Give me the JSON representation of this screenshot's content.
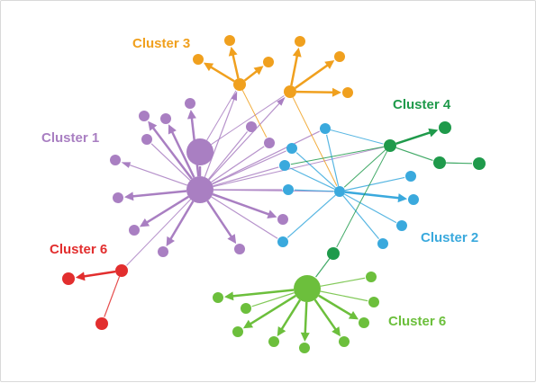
{
  "colors": {
    "cluster1": "#a97fc2",
    "cluster2": "#3aa9dd",
    "cluster3": "#f0a01e",
    "cluster4": "#1f9a4b",
    "cluster5": "#e22e2e",
    "cluster6": "#6cbf3c"
  },
  "labels": {
    "cluster1": "Cluster 1",
    "cluster2": "Cluster 2",
    "cluster3": "Cluster 3",
    "cluster4": "Cluster 4",
    "cluster6_red": "Cluster 6",
    "cluster6_green": "Cluster 6"
  }
}
